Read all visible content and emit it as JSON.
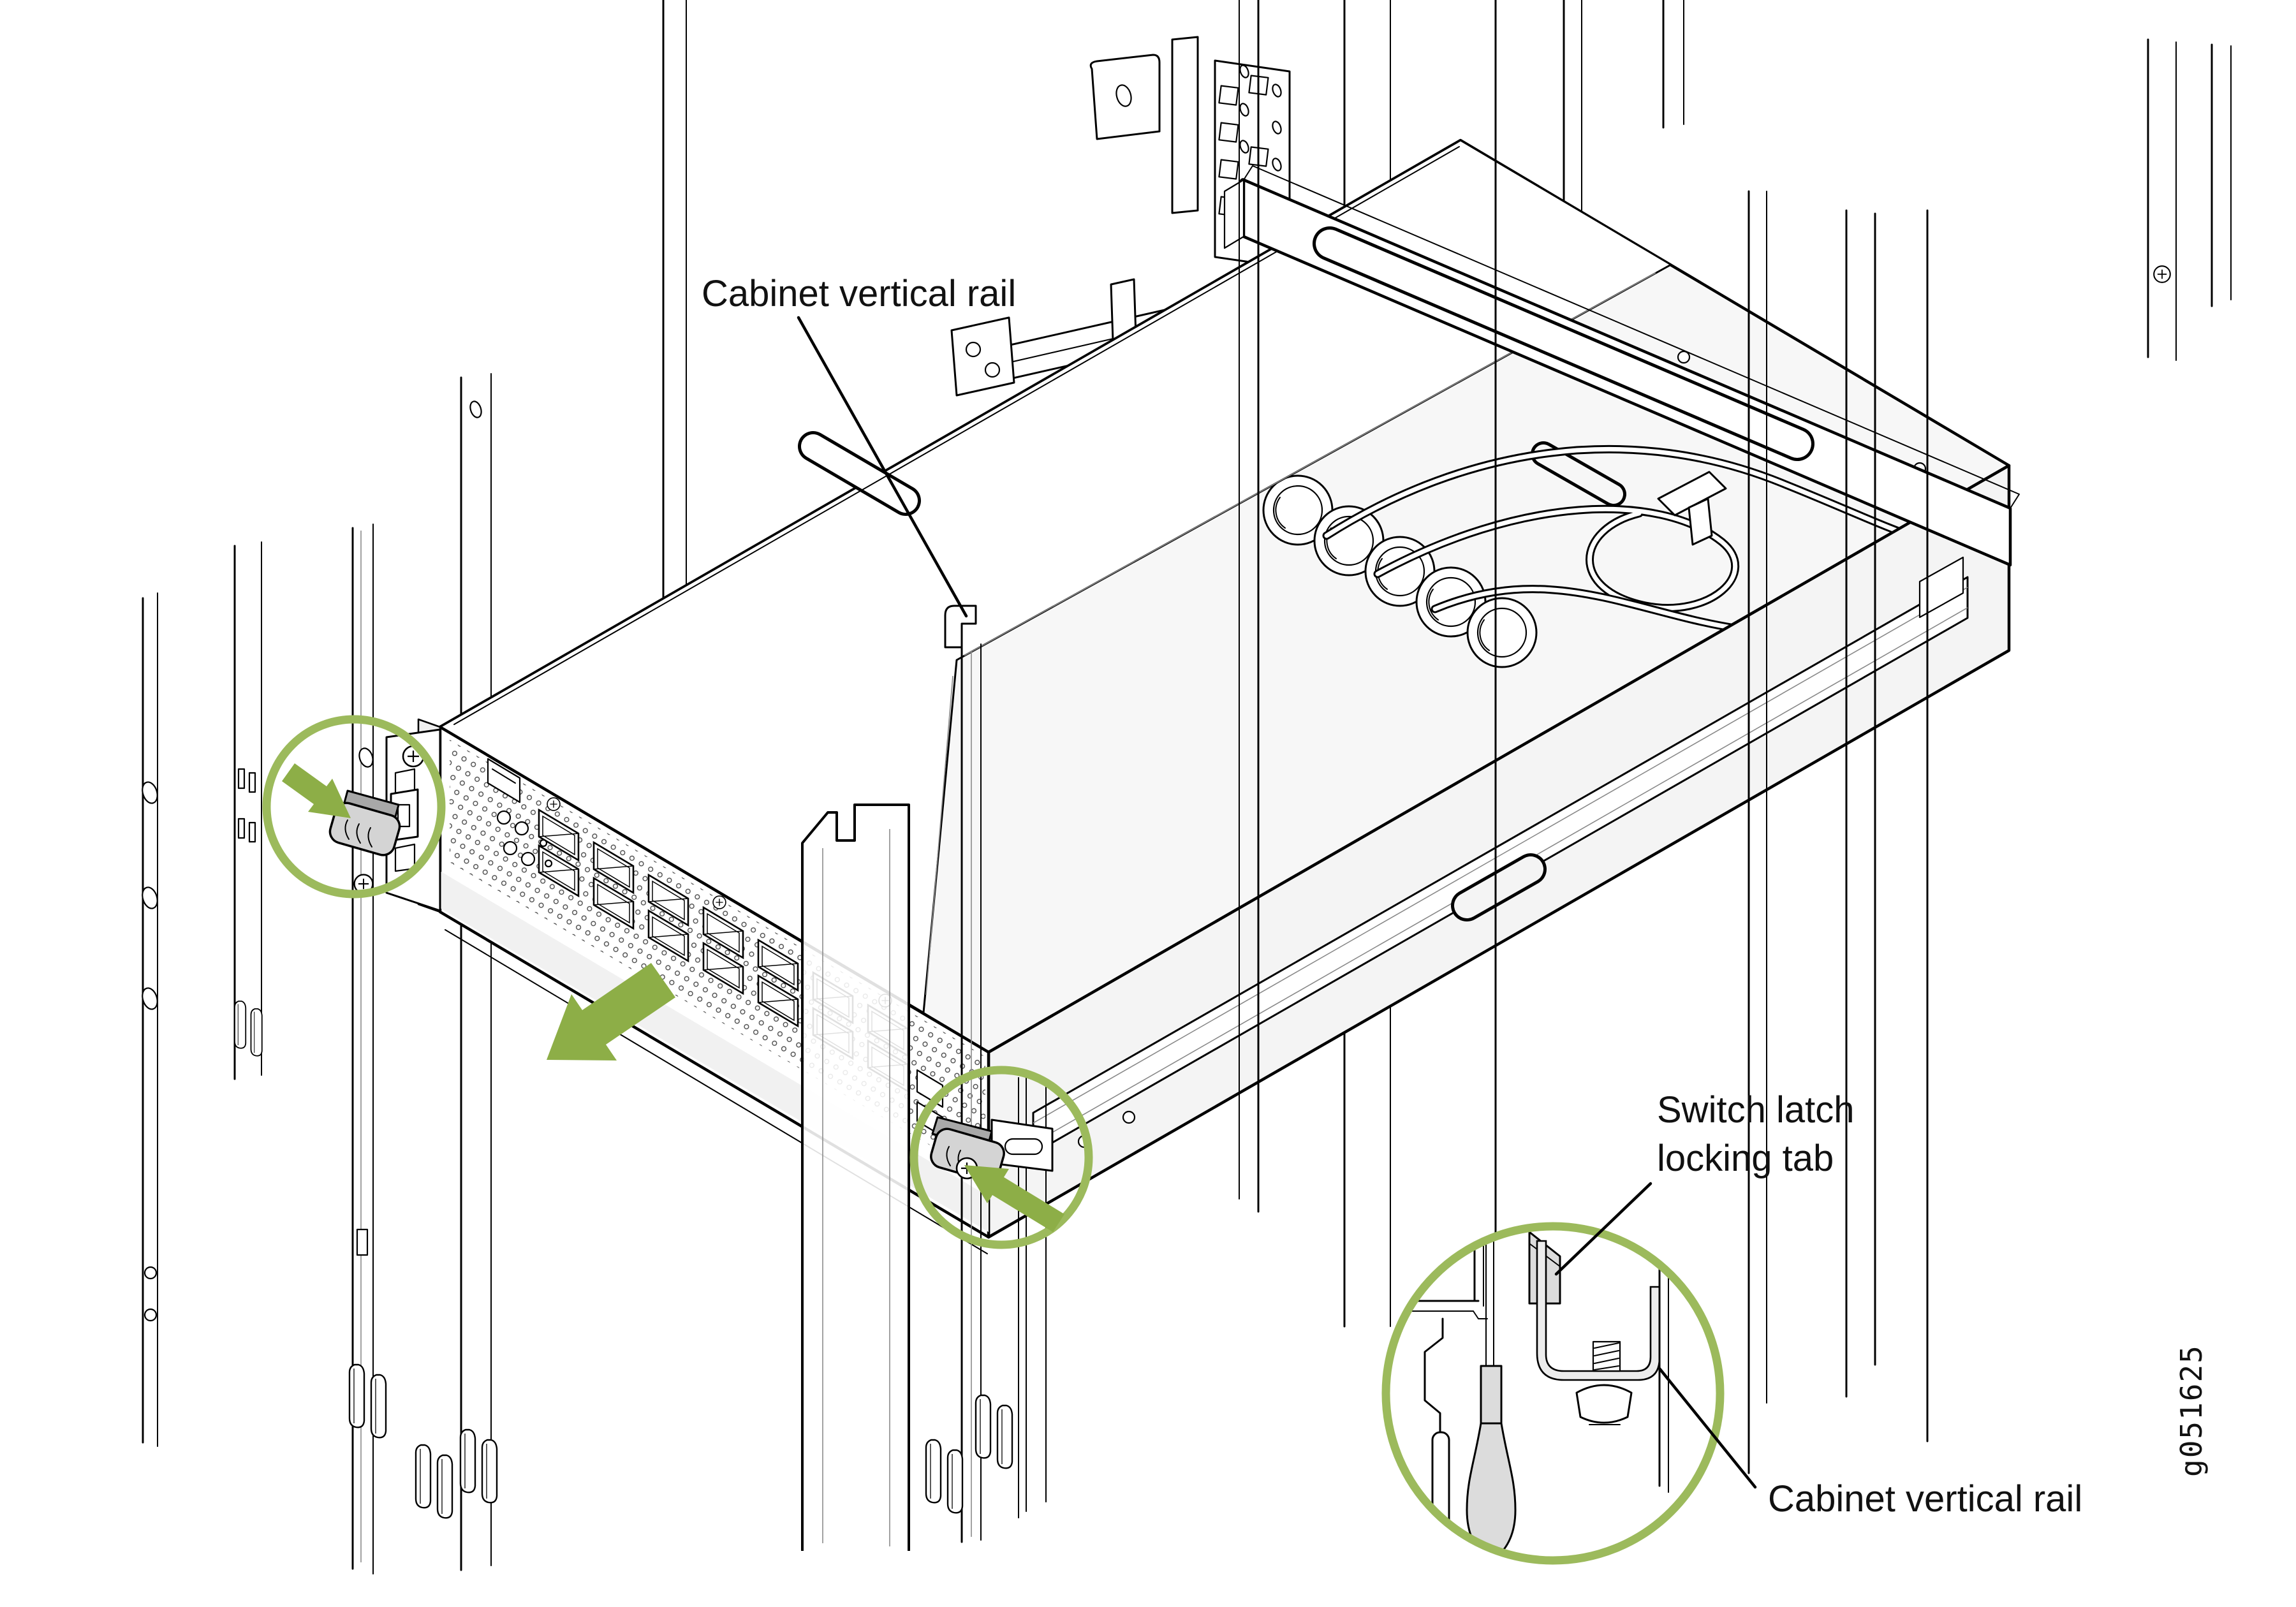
{
  "figure": {
    "title": "Switch slide-out rack installation diagram",
    "figure_id": "g051625"
  },
  "labels": {
    "cabinet_rail_top": "Cabinet vertical rail",
    "switch_latch_line1": "Switch latch",
    "switch_latch_line2": "locking tab",
    "cabinet_rail_bottom": "Cabinet vertical rail"
  },
  "icons": {
    "slide_direction_arrow": "big-green-arrow-down-left",
    "left_latch_arrow": "green-arrow-press-latch",
    "right_latch_arrow": "green-arrow-press-latch",
    "left_latch_highlight": "green-circle",
    "right_latch_highlight": "green-circle",
    "detail_view_highlight": "green-circle-magnified-detail"
  },
  "colors": {
    "arrow_green": "#8dae47",
    "ring_green": "#9cba5c",
    "ink": "#000000",
    "background": "#ffffff"
  }
}
